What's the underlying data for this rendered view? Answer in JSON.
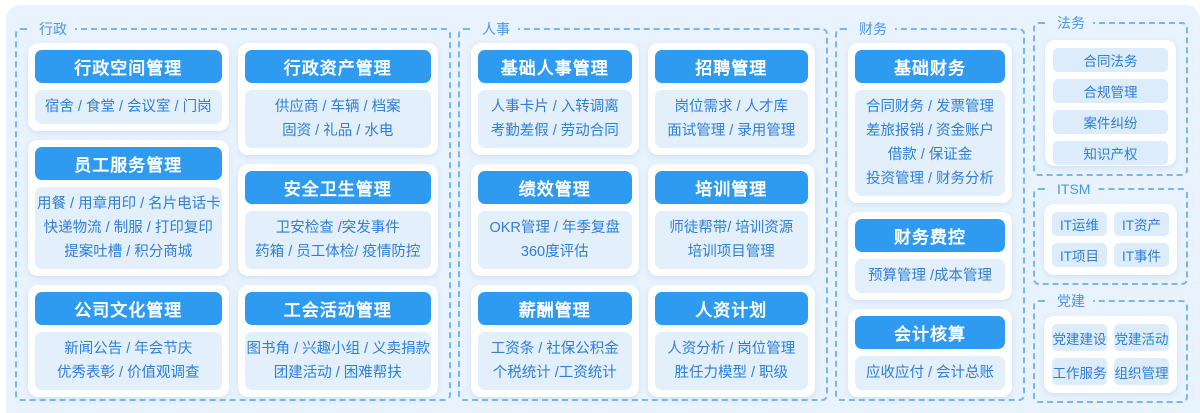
{
  "colors": {
    "panel_bg": "#e9f3fd",
    "header_blue": "#2f9bf0",
    "content_bg": "#e3f0fb",
    "content_text": "#2e7fd6",
    "dashed_border": "#76b7ef",
    "chip_bg": "#dcecfa"
  },
  "sections": {
    "admin": {
      "label": "行政",
      "columns": [
        [
          {
            "title": "行政空间管理",
            "lines": [
              "宿舍 / 食堂 / 会议室 / 门岗"
            ]
          },
          {
            "title": "员工服务管理",
            "lines": [
              "用餐 / 用章用印 / 名片电话卡",
              "快递物流 / 制服 / 打印复印",
              "提案吐槽 / 积分商城"
            ]
          },
          {
            "title": "公司文化管理",
            "lines": [
              "新闻公告 / 年会节庆",
              "优秀表彰 / 价值观调查"
            ]
          }
        ],
        [
          {
            "title": "行政资产管理",
            "lines": [
              "供应商 / 车辆 / 档案",
              "固资 / 礼品 / 水电"
            ]
          },
          {
            "title": "安全卫生管理",
            "lines": [
              "卫安检查 /突发事件",
              "药箱 / 员工体检/ 疫情防控"
            ]
          },
          {
            "title": "工会活动管理",
            "lines": [
              "图书角 / 兴趣小组 / 义卖捐款",
              "团建活动 / 困难帮扶"
            ]
          }
        ]
      ]
    },
    "hr": {
      "label": "人事",
      "columns": [
        [
          {
            "title": "基础人事管理",
            "lines": [
              "人事卡片 / 入转调离",
              "考勤差假 / 劳动合同"
            ]
          },
          {
            "title": "绩效管理",
            "lines": [
              "OKR管理 / 年季复盘",
              "360度评估"
            ]
          },
          {
            "title": "薪酬管理",
            "lines": [
              "工资条 / 社保公积金",
              "个税统计 /工资统计"
            ]
          }
        ],
        [
          {
            "title": "招聘管理",
            "lines": [
              "岗位需求 / 人才库",
              "面试管理 / 录用管理"
            ]
          },
          {
            "title": "培训管理",
            "lines": [
              "师徒帮带/ 培训资源",
              "培训项目管理"
            ]
          },
          {
            "title": "人资计划",
            "lines": [
              "人资分析 / 岗位管理",
              "胜任力模型 / 职级"
            ]
          }
        ]
      ]
    },
    "finance": {
      "label": "财务",
      "cards": [
        {
          "title": "基础财务",
          "lines": [
            "合同财务 / 发票管理",
            "差旅报销 / 资金账户",
            "借款 / 保证金",
            "投资管理 / 财务分析"
          ]
        },
        {
          "title": "财务费控",
          "lines": [
            "预算管理 /成本管理"
          ]
        },
        {
          "title": "会计核算",
          "lines": [
            "应收应付 / 会计总账"
          ]
        }
      ]
    },
    "legal": {
      "label": "法务",
      "items": [
        "合同法务",
        "合规管理",
        "案件纠纷",
        "知识产权"
      ]
    },
    "itsm": {
      "label": "ITSM",
      "items": [
        "IT运维",
        "IT资产",
        "IT项目",
        "IT事件"
      ]
    },
    "party": {
      "label": "党建",
      "items": [
        "党建建设",
        "党建活动",
        "工作服务",
        "组织管理"
      ]
    }
  }
}
